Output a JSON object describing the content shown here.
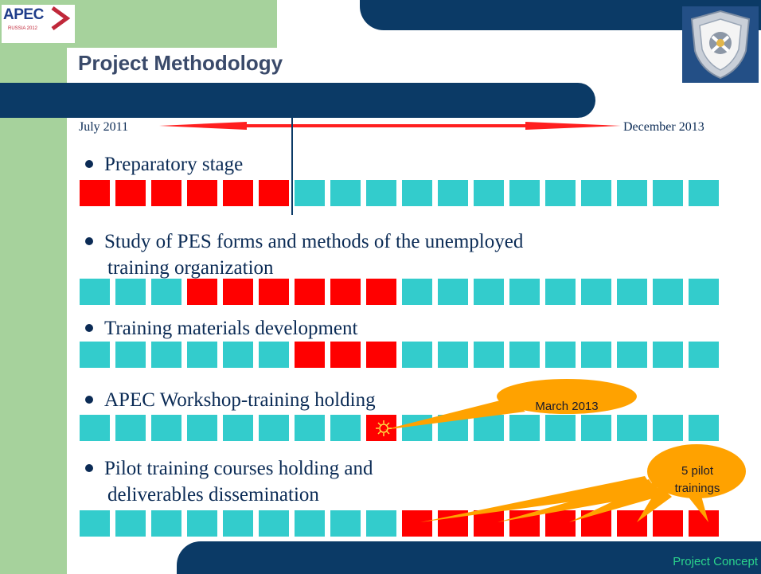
{
  "logo": {
    "text": "APEC",
    "subtext": "RUSSIA 2012"
  },
  "title": "Project Methodology",
  "timeline": {
    "start": "July 2011",
    "end": "December 2013"
  },
  "stages": [
    {
      "line1": "Preparatory stage",
      "line2": "",
      "cells": [
        "r",
        "r",
        "r",
        "r",
        "r",
        "r",
        "t",
        "t",
        "t",
        "t",
        "t",
        "t",
        "t",
        "t",
        "t",
        "t",
        "t",
        "t"
      ]
    },
    {
      "line1": "Study of PES forms and methods of the unemployed",
      "line2": "training organization",
      "cells": [
        "t",
        "t",
        "t",
        "r",
        "r",
        "r",
        "r",
        "r",
        "r",
        "t",
        "t",
        "t",
        "t",
        "t",
        "t",
        "t",
        "t",
        "t"
      ]
    },
    {
      "line1": "Training materials development",
      "line2": "",
      "cells": [
        "t",
        "t",
        "t",
        "t",
        "t",
        "t",
        "r",
        "r",
        "r",
        "t",
        "t",
        "t",
        "t",
        "t",
        "t",
        "t",
        "t",
        "t"
      ]
    },
    {
      "line1": "APEC Workshop-training holding",
      "line2": "",
      "cells": [
        "t",
        "t",
        "t",
        "t",
        "t",
        "t",
        "t",
        "t",
        "r",
        "t",
        "t",
        "t",
        "t",
        "t",
        "t",
        "t",
        "t",
        "t"
      ]
    },
    {
      "line1": "Pilot training courses holding and",
      "line2": "deliverables dissemination",
      "cells": [
        "t",
        "t",
        "t",
        "t",
        "t",
        "t",
        "t",
        "t",
        "t",
        "r",
        "r",
        "r",
        "r",
        "r",
        "r",
        "r",
        "r",
        "r"
      ]
    }
  ],
  "callouts": {
    "march": "March 2013",
    "pilot": "5 pilot trainings"
  },
  "footer": "Project Concept",
  "colors": {
    "done": "#ff0000",
    "pending": "#33cccc",
    "navy": "#0b3a66",
    "green": "#a6d29c",
    "callout": "#ffa200"
  },
  "icons": {
    "milestone": "sun-icon",
    "emblem": "coat-of-arms-icon"
  }
}
